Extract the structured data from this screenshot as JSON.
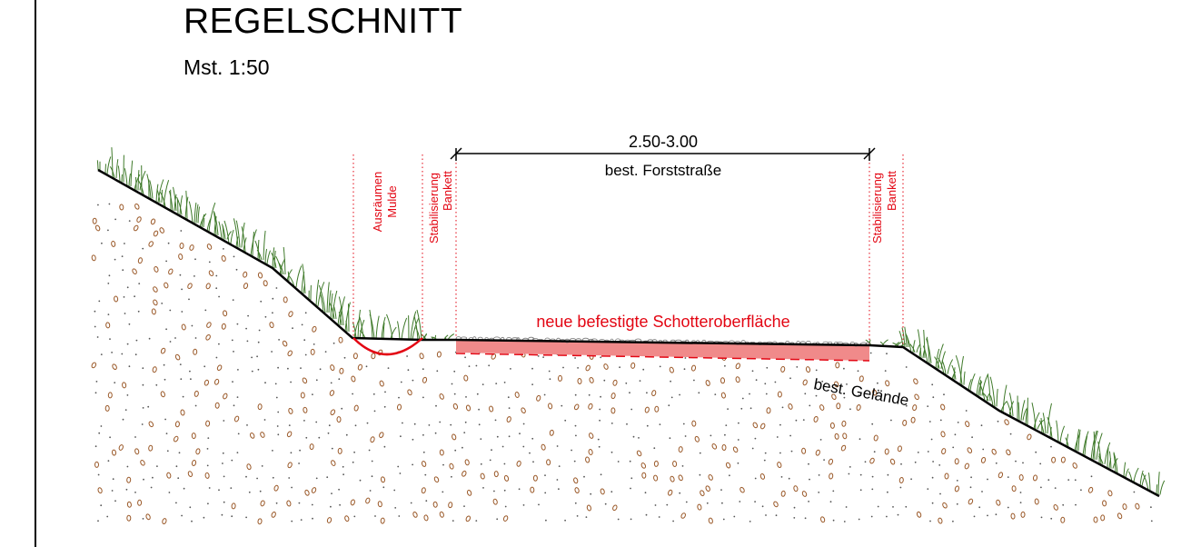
{
  "title": "REGELSCHNITT",
  "scale": "Mst. 1:50",
  "dimension": {
    "value": "2.50-3.00",
    "label": "best. Forststraße"
  },
  "zones": {
    "ditch": [
      "Ausräumen",
      "Mulde"
    ],
    "shoulder_left": [
      "Stabilisierung",
      "Bankett"
    ],
    "shoulder_right": [
      "Stabilisierung",
      "Bankett"
    ]
  },
  "surface_label": "neue befestigte Schotteroberfläche",
  "ground_label": "best. Gelände",
  "colors": {
    "annotation": "#e30613",
    "gravel_fill": "#f08a8a",
    "terrain_line": "#000000",
    "soil_dots": "#9b5a2a",
    "grass": "#3f7a2a"
  }
}
